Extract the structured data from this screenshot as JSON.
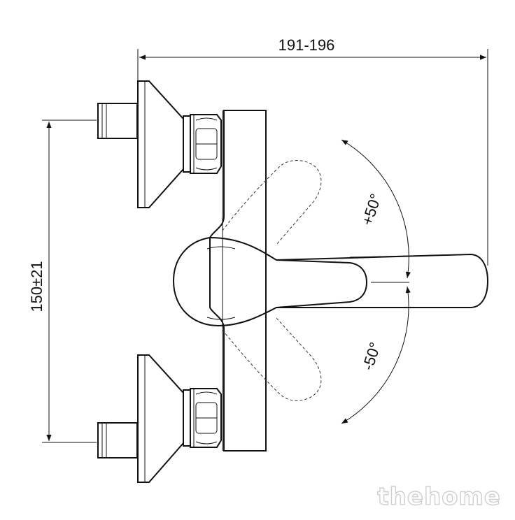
{
  "dimensions": {
    "width_label": "191-196",
    "height_label": "150±21",
    "angle_up_label": "+50°",
    "angle_down_label": "-50°"
  },
  "watermark": {
    "text": "thehome"
  }
}
